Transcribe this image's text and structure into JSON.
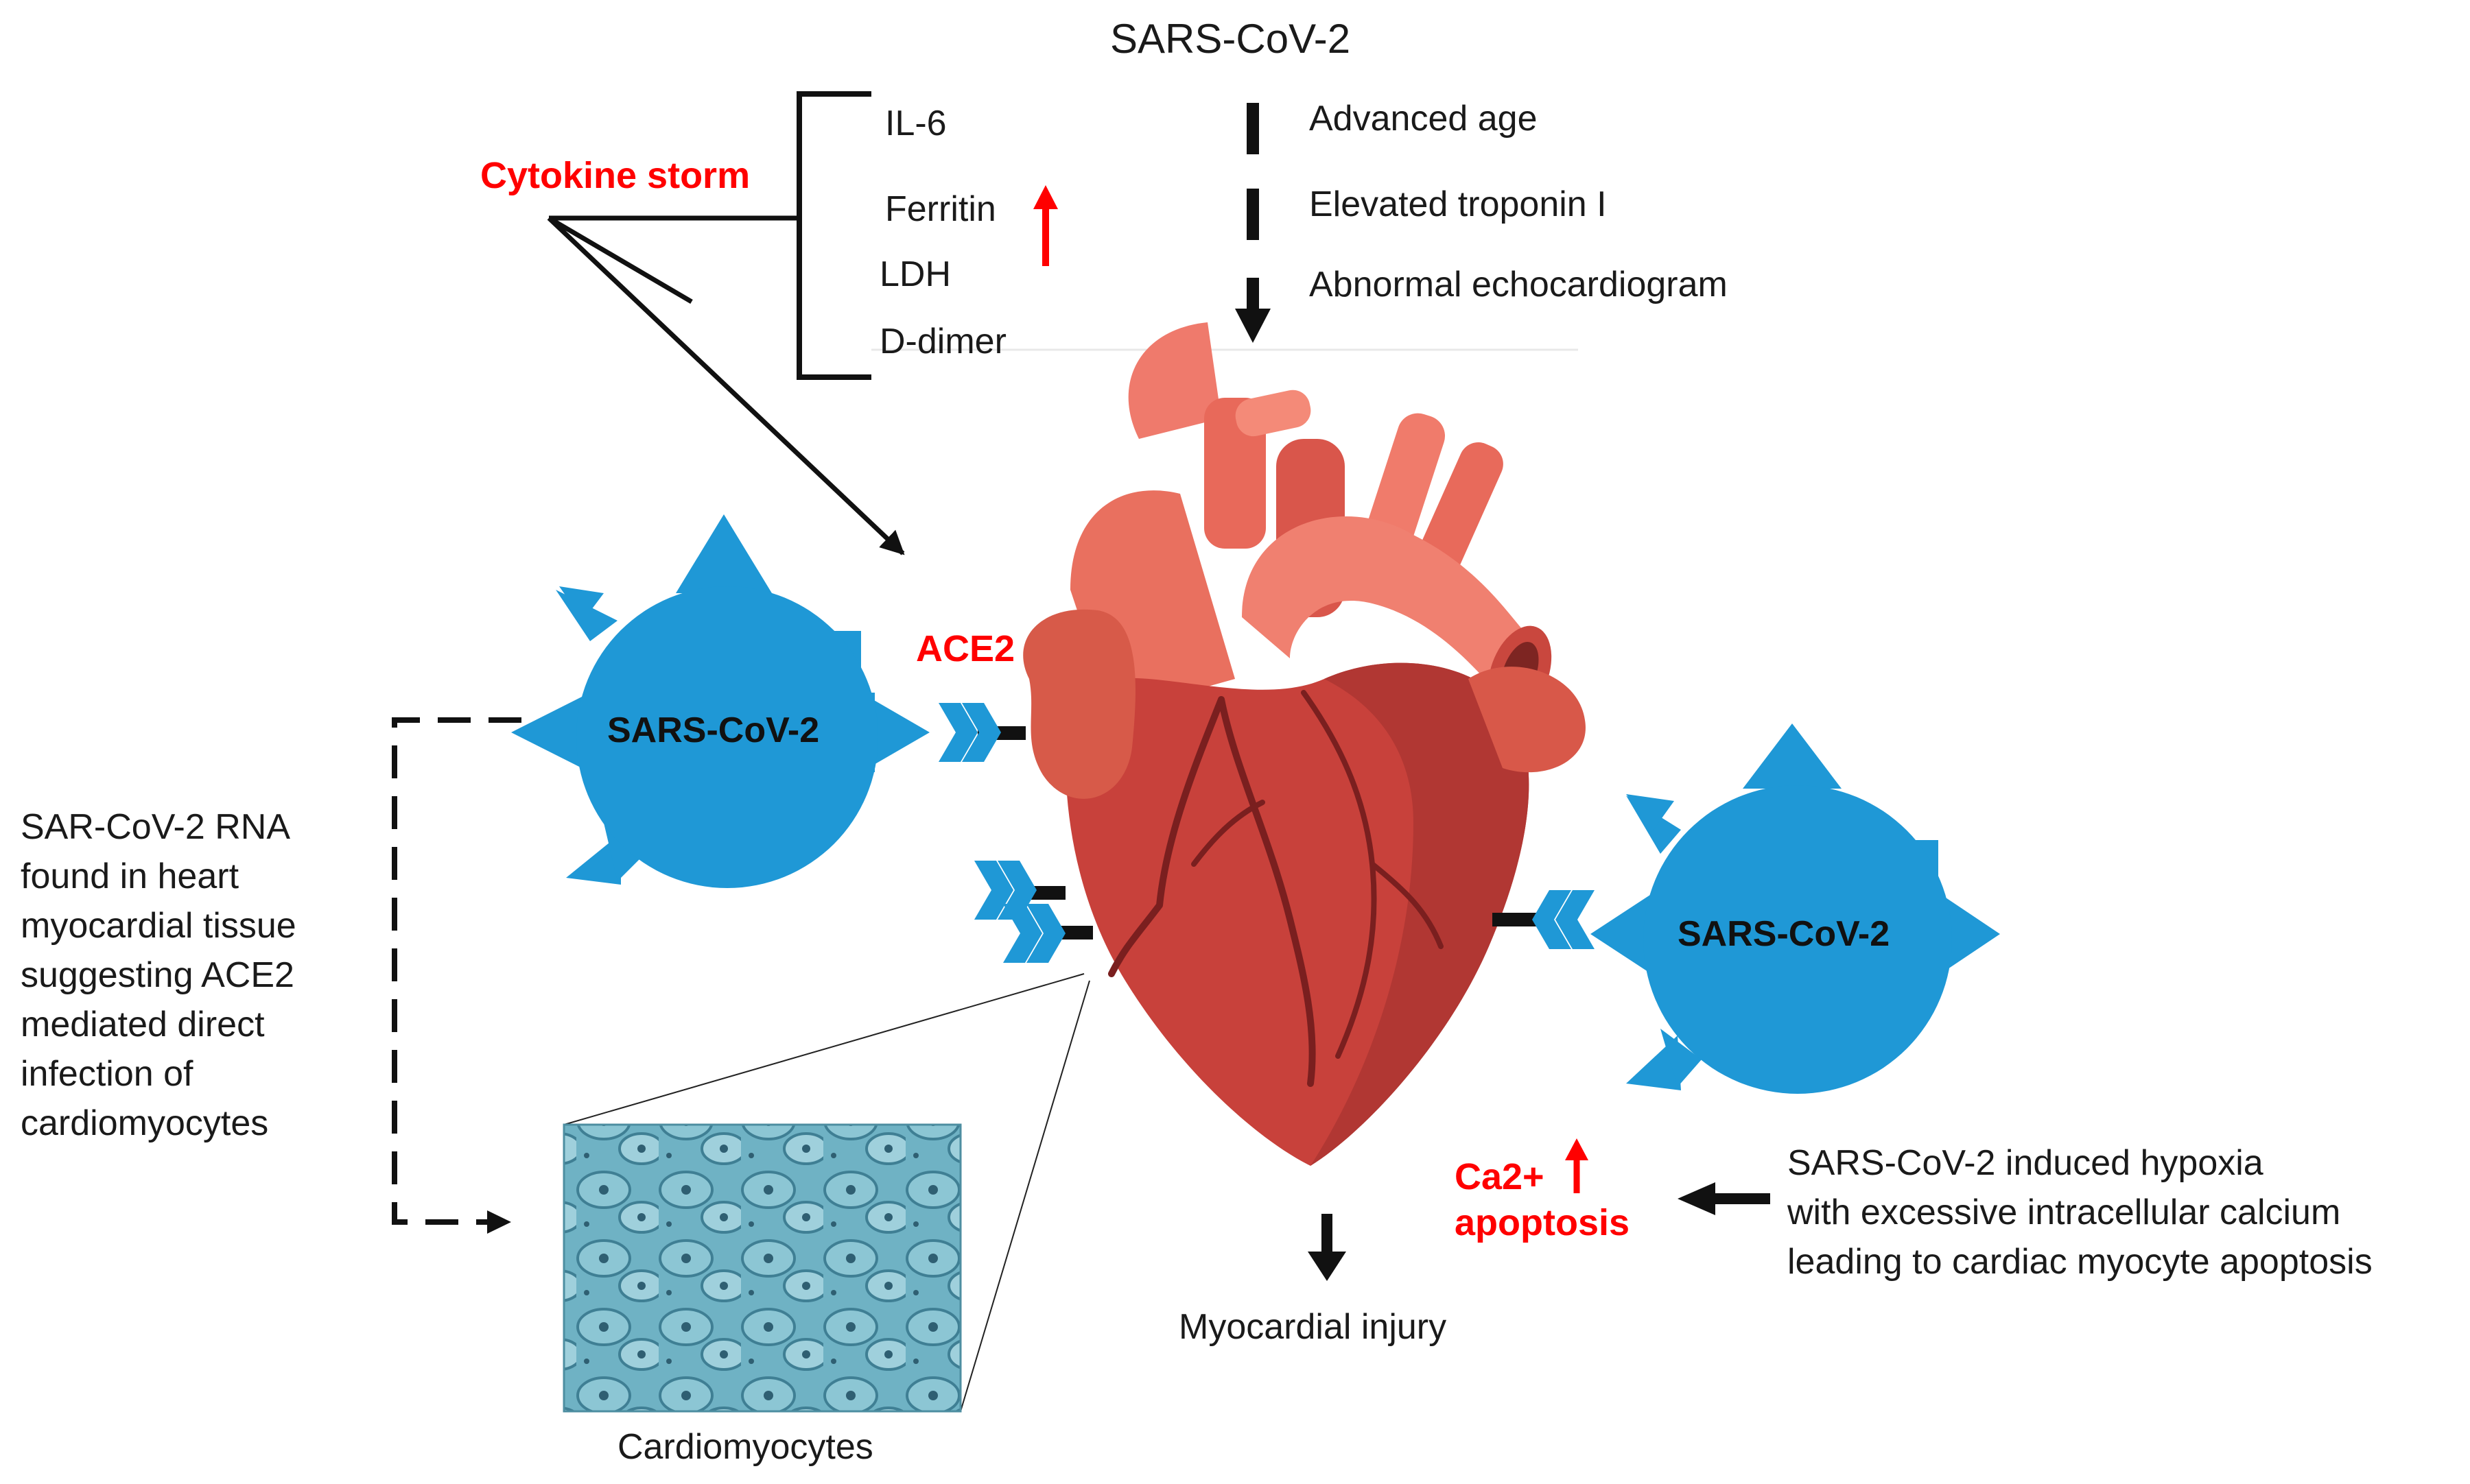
{
  "title": "SARS-CoV-2",
  "cytokine_storm": {
    "label": "Cytokine storm",
    "markers": [
      "IL-6",
      "Ferritin",
      "LDH",
      "D-dimer"
    ]
  },
  "clinical_findings": [
    "Advanced age",
    "Elevated troponin I",
    "Abnormal echocardiogram"
  ],
  "receptor_label": "ACE2",
  "virus_left": "SARS-CoV-2",
  "virus_right": "SARS-CoV-2",
  "rna_note": [
    "SAR-CoV-2 RNA",
    "found in heart",
    "myocardial tissue",
    "suggesting ACE2",
    "mediated direct",
    "infection of",
    "cardiomyocytes"
  ],
  "calcium": {
    "label": "Ca2+",
    "apoptosis": "apoptosis"
  },
  "hypoxia_note": [
    "SARS-CoV-2 induced hypoxia",
    "with excessive intracellular calcium",
    "leading to cardiac myocyte apoptosis"
  ],
  "outcome": "Myocardial injury",
  "micrograph_caption": "Cardiomyocytes",
  "colors": {
    "virus": "#1f98d6",
    "virus_edge": "#1a86c0",
    "highlight_red": "#ff0000",
    "heart_main": "#c8413b",
    "heart_light": "#ef7a6c",
    "heart_dark": "#8f2a27",
    "line": "#111111"
  }
}
